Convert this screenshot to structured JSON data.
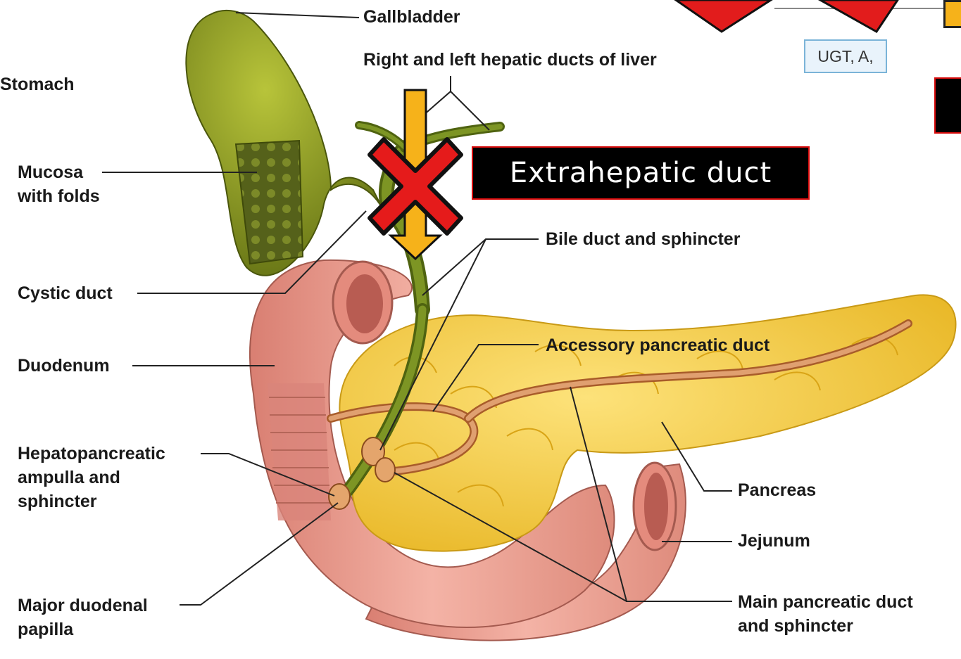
{
  "labels": {
    "gallbladder": "Gallbladder",
    "hepatic_ducts": "Right and left hepatic ducts of liver",
    "stomach": "Stomach",
    "mucosa_1": "Mucosa",
    "mucosa_2": "with folds",
    "cystic_duct": "Cystic duct",
    "bile_duct": "Bile duct and sphincter",
    "duodenum": "Duodenum",
    "accessory_duct": "Accessory pancreatic duct",
    "hepatopancreatic_1": "Hepatopancreatic",
    "hepatopancreatic_2": "ampulla and",
    "hepatopancreatic_3": "sphincter",
    "pancreas": "Pancreas",
    "jejunum": "Jejunum",
    "major_papilla_1": "Major duodenal",
    "major_papilla_2": "papilla",
    "main_duct_1": "Main pancreatic duct",
    "main_duct_2": "and sphincter"
  },
  "callout": {
    "text": "Extrahepatic duct"
  },
  "top_right": {
    "ugt_label": "UGT, A,"
  },
  "colors": {
    "gallbladder": "#8a9a1e",
    "bile_duct": "#6f8a1a",
    "pancreas": "#f1c93a",
    "duodenum": "#ea9d90",
    "arrow": "#f6b21a",
    "x_mark": "#e51b1b"
  }
}
